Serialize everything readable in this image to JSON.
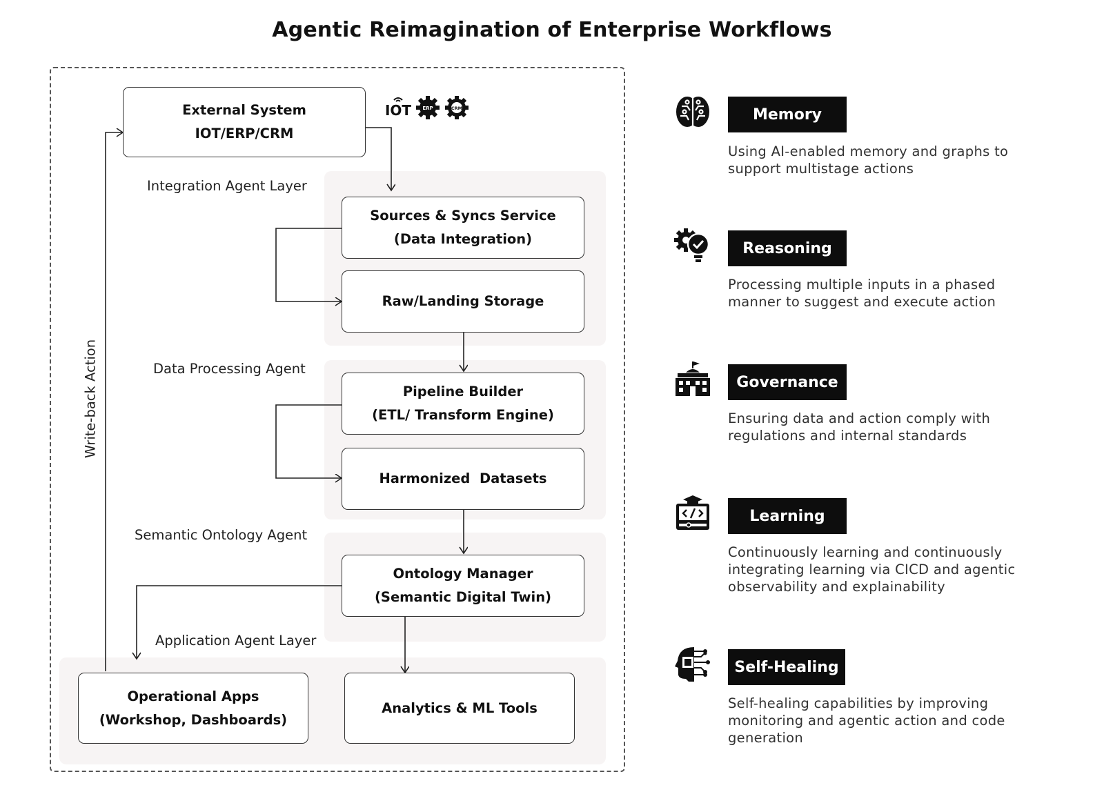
{
  "title": "Agentic Reimagination of Enterprise Workflows",
  "header_icons": [
    {
      "label": "IOT",
      "icon": "iot-icon"
    },
    {
      "label": "ERP",
      "icon": "erp-gear-icon"
    },
    {
      "label": "CRM",
      "icon": "crm-gear-icon"
    }
  ],
  "layers": {
    "integration": "Integration Agent Layer",
    "processing": "Data Processing Agent",
    "semantic": "Semantic Ontology Agent",
    "application": "Application Agent Layer",
    "writeback": "Write-back Action"
  },
  "nodes": {
    "external": {
      "line1": "External System",
      "line2": "IOT/ERP/CRM"
    },
    "sources": {
      "line1": "Sources & Syncs Service",
      "line2": "(Data Integration)"
    },
    "raw": {
      "line1": "Raw/Landing Storage"
    },
    "pipeline": {
      "line1": "Pipeline Builder",
      "line2": "(ETL/ Transform Engine)"
    },
    "harmonized": {
      "line1": "Harmonized  Datasets"
    },
    "ontology": {
      "line1": "Ontology Manager",
      "line2": "(Semantic Digital Twin)"
    },
    "operational": {
      "line1": "Operational Apps",
      "line2": "(Workshop, Dashboards)"
    },
    "analytics": {
      "line1": "Analytics & ML Tools"
    }
  },
  "capabilities": [
    {
      "name": "Memory",
      "icon": "brain-icon",
      "description": "Using AI-enabled memory and graphs to support multistage actions"
    },
    {
      "name": "Reasoning",
      "icon": "gear-lightbulb-icon",
      "description": "Processing multiple inputs in a phased manner to suggest and execute action"
    },
    {
      "name": "Governance",
      "icon": "government-building-icon",
      "description": "Ensuring data and action comply with regulations and internal standards"
    },
    {
      "name": "Learning",
      "icon": "code-graduation-icon",
      "description": "Continuously learning and continuously integrating learning via CICD and agentic observability and explainability"
    },
    {
      "name": "Self-Healing",
      "icon": "ai-chip-head-icon",
      "description": "Self-healing capabilities by improving monitoring and agentic action and code generation"
    }
  ]
}
